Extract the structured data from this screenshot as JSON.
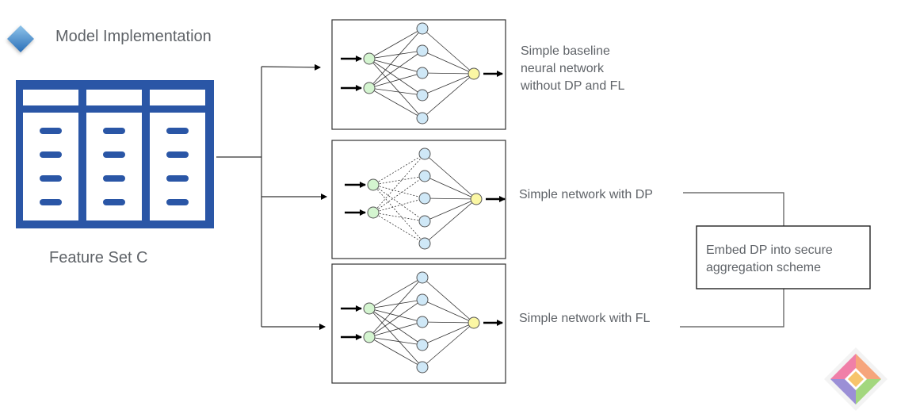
{
  "header": {
    "title": "Model Implementation"
  },
  "feature_set": {
    "label": "Feature Set C"
  },
  "networks": [
    {
      "caption_lines": [
        "Simple baseline",
        "neural network",
        "without DP and FL"
      ]
    },
    {
      "caption_lines": [
        "Simple network with DP"
      ]
    },
    {
      "caption_lines": [
        "Simple network with FL"
      ]
    }
  ],
  "embed_box": {
    "lines": [
      "Embed DP into secure",
      "aggregation scheme"
    ]
  },
  "icons": {
    "title_icon": "diamond-icon",
    "table_icon": "table-icon",
    "logo": "colorful-diamond-logo"
  },
  "colors": {
    "text": "#5f6368",
    "table_blue": "#2a56a6",
    "input_node": "#d4f5d0",
    "hidden_node": "#cfe8f7",
    "output_node": "#fbf7a4",
    "node_stroke": "#555555"
  }
}
